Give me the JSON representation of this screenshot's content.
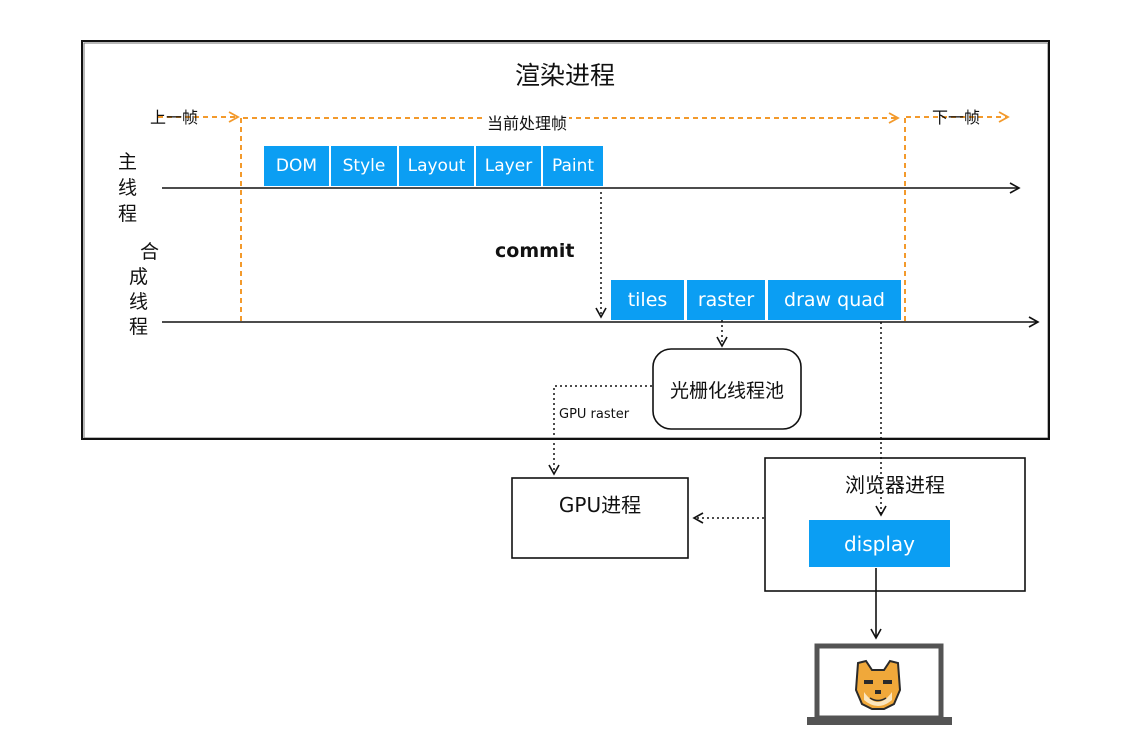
{
  "renderer": {
    "title": "渲染进程",
    "prev_frame": "上一帧",
    "current_frame": "当前处理帧",
    "next_frame": "下一帧",
    "main_thread_label": [
      "主",
      "线",
      "程"
    ],
    "compositor_label": [
      "合",
      "成",
      "线",
      "程"
    ],
    "main_tasks": [
      "DOM",
      "Style",
      "Layout",
      "Layer",
      "Paint"
    ],
    "commit": "commit",
    "compositor_tasks": [
      "tiles",
      "raster",
      "draw quad"
    ],
    "raster_pool": "光栅化线程池",
    "gpu_raster": "GPU raster"
  },
  "gpu_process": {
    "title": "GPU进程"
  },
  "browser_process": {
    "title": "浏览器进程",
    "display": "display"
  },
  "colors": {
    "accent": "#0b9ef3",
    "frame_line": "#f39a2c",
    "ink": "#111111"
  },
  "icons": [
    "monitor-icon",
    "doge-icon"
  ]
}
